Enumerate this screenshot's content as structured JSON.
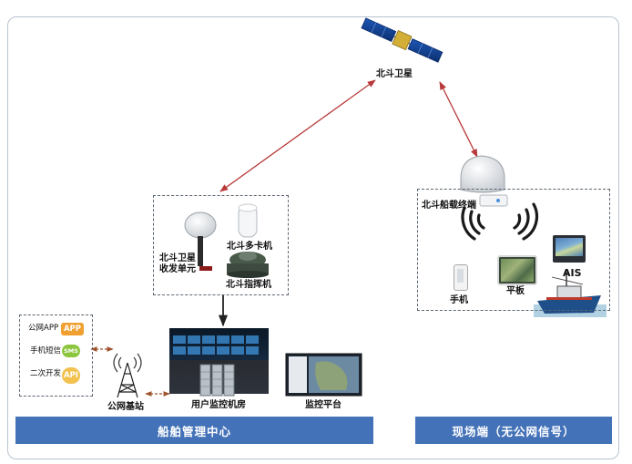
{
  "satellite": {
    "label": "北斗卫星"
  },
  "monitor_center": {
    "transceiver_label": "北斗卫星\n收发单元",
    "multicard_label": "北斗多卡机",
    "commander_label": "北斗指挥机",
    "room_label": "用户监控机房",
    "platform_label": "监控平台",
    "base_station_label": "公网基站",
    "public_services": [
      {
        "name": "公网APP",
        "badge": "APP"
      },
      {
        "name": "手机短信",
        "badge": "SMS"
      },
      {
        "name": "二次开发",
        "badge": "API"
      }
    ]
  },
  "field": {
    "terminal_label": "北斗船载终端",
    "phone_label": "手机",
    "tablet_label": "平板",
    "ais_label": "AIS"
  },
  "bars": {
    "left": "船舶管理中心",
    "right": "现场端（无公网信号）"
  },
  "colors": {
    "bar": "#4472b8",
    "link_arrow": "#b83a3a",
    "dash_border": "#5b6670",
    "app_badge": "#f0a030",
    "sms_badge": "#8cc63f",
    "api_badge": "#f2c14e"
  }
}
